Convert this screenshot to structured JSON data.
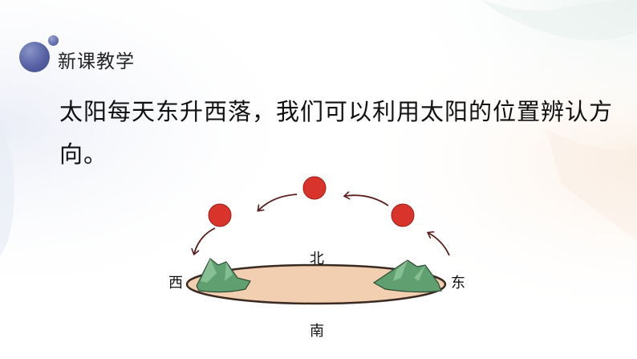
{
  "header": {
    "title": "新课教学"
  },
  "body": {
    "text": "太阳每天东升西落，我们可以利用太阳的位置辨认方向。"
  },
  "diagram": {
    "labels": {
      "north": "北",
      "south": "南",
      "west": "西",
      "east": "东"
    },
    "sun_color": "#d9342b",
    "ground_color": "#f2cfb0",
    "mountain_color": "#6fae7c"
  }
}
